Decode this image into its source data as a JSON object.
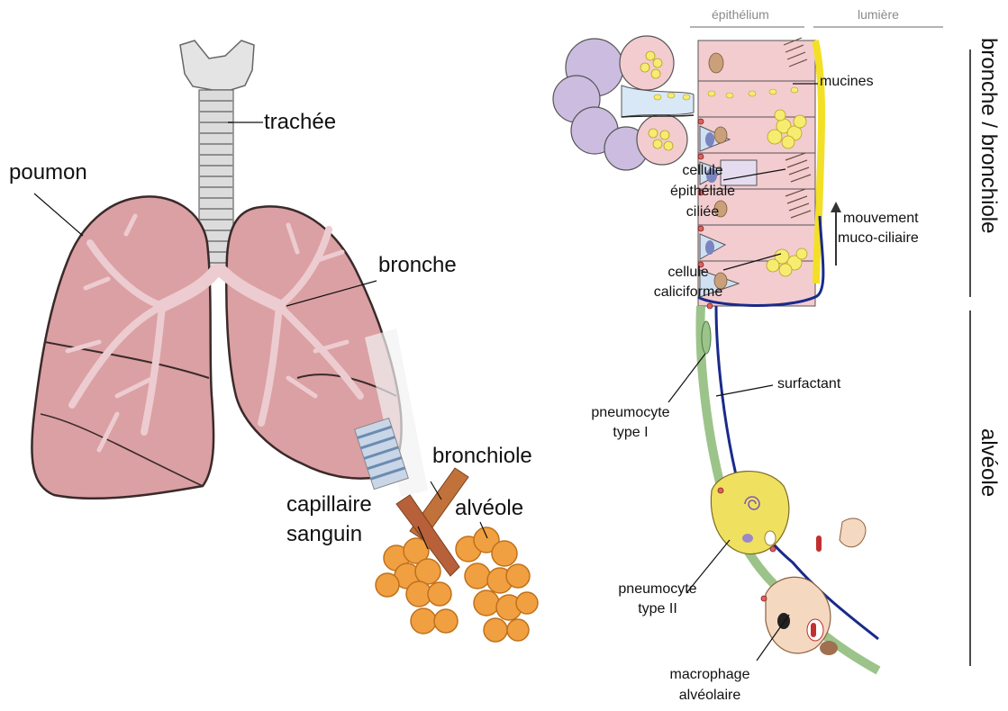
{
  "labels_left": {
    "poumon": "poumon",
    "trachee": "trachée",
    "bronche": "bronche",
    "bronchiole": "bronchiole",
    "capillaire": "capillaire",
    "sanguin": "sanguin",
    "alveole": "alvéole"
  },
  "labels_right": {
    "mucines": "mucines",
    "cellule_ep_1": "cellule",
    "cellule_ep_2": "épithéliale",
    "cellule_ep_3": "ciliée",
    "mouvement_1": "mouvement",
    "mouvement_2": "muco-ciliaire",
    "caliciforme_1": "cellule",
    "caliciforme_2": "caliciforme",
    "surfactant": "surfactant",
    "pneumo1_1": "pneumocyte",
    "pneumo1_2": "type I",
    "pneumo2_1": "pneumocyte",
    "pneumo2_2": "type II",
    "macro_1": "macrophage",
    "macro_2": "alvéolaire"
  },
  "column_headers": {
    "epithelium": "épithélium",
    "lumiere": "lumière"
  },
  "side_labels": {
    "bronche_bronchiole": "bronche / bronchiole",
    "alveole": "alvéole"
  },
  "colors": {
    "lung_fill": "#dba0a3",
    "lung_stroke": "#3a2a2a",
    "bronchial_tree": "#ecccd0",
    "trachea": "#cccccc",
    "alveoli": "#f0a040",
    "mucus": "#f3e026",
    "membrane": "#1a2a8a",
    "epithelium_pink": "#f3ccd0",
    "goblet_yellow": "#f6ec70",
    "gland_purple": "#cbbce0",
    "type2_yellow": "#f0e060",
    "macrophage": "#f5d8c0"
  }
}
